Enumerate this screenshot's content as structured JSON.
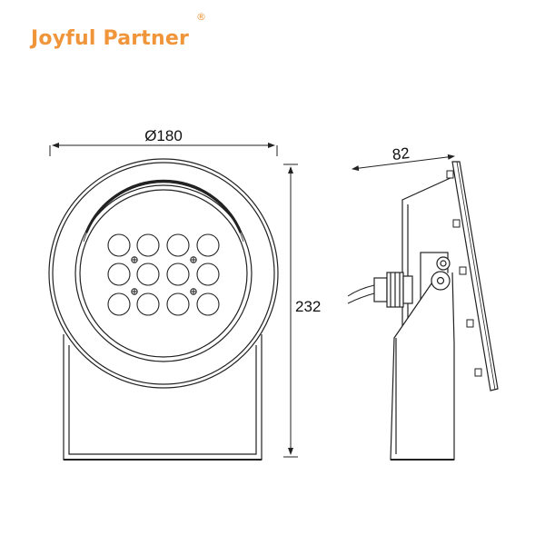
{
  "brand": {
    "name": "Joyful Partner",
    "registered_mark": "®",
    "color": "#f0953a"
  },
  "dimensions": {
    "diameter": "Ø180",
    "height": "232",
    "depth": "82"
  },
  "colors": {
    "line": "#222222"
  }
}
